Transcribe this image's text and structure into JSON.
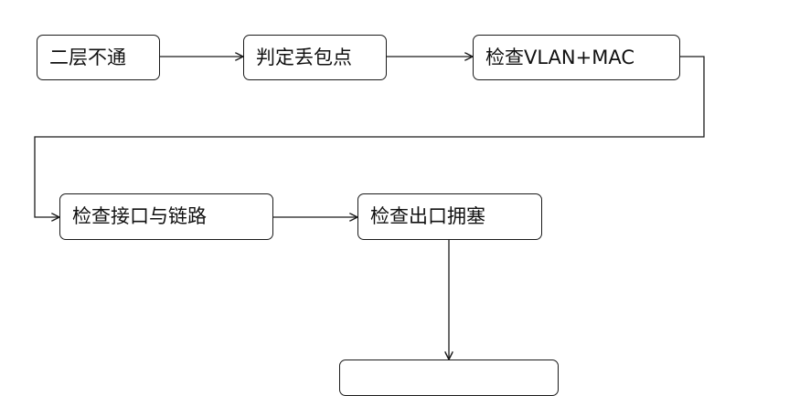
{
  "diagram": {
    "type": "flowchart",
    "nodes": [
      {
        "id": "n1",
        "label": "二层不通"
      },
      {
        "id": "n2",
        "label": "判定丢包点"
      },
      {
        "id": "n3",
        "label": "检查VLAN+MAC"
      },
      {
        "id": "n4",
        "label": "检查接口与链路"
      },
      {
        "id": "n5",
        "label": "检查出口拥塞"
      },
      {
        "id": "n6",
        "label": ""
      }
    ],
    "edges": [
      {
        "from": "n1",
        "to": "n2"
      },
      {
        "from": "n2",
        "to": "n3"
      },
      {
        "from": "n3",
        "to": "n4"
      },
      {
        "from": "n4",
        "to": "n5"
      },
      {
        "from": "n5",
        "to": "n6"
      }
    ],
    "colors": {
      "line": "#1a1a1a",
      "node_border": "#1a1a1a",
      "background": "#ffffff"
    }
  }
}
